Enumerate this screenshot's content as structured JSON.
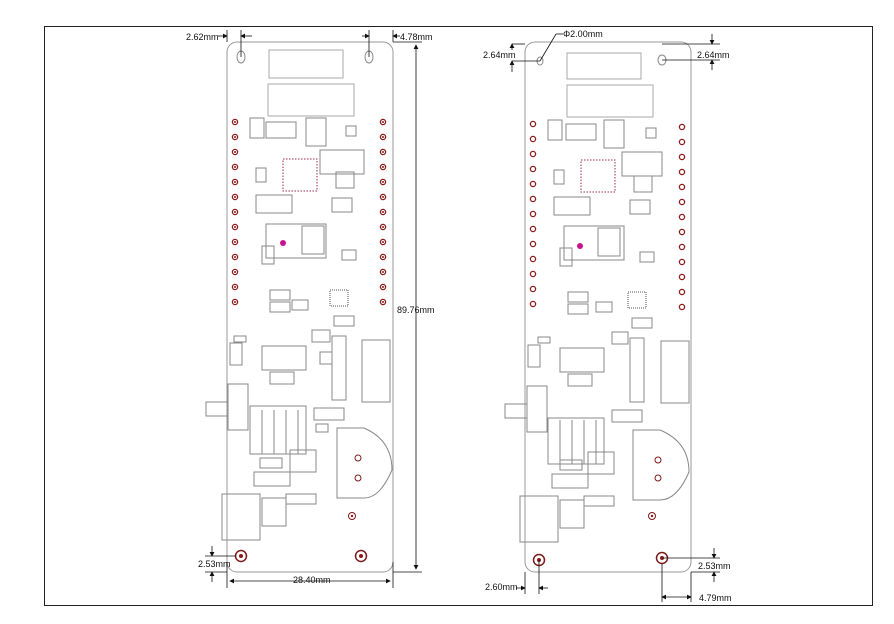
{
  "drawing": {
    "left_board": {
      "dims": {
        "top_left": "2.62mm",
        "top_right": "4.78mm",
        "height": "89.76mm",
        "bottom_left": "2.53mm",
        "width": "28.40mm"
      }
    },
    "right_board": {
      "dims": {
        "hole_dia": "Φ2.00mm",
        "top_left": "2.64mm",
        "top_right": "2.64mm",
        "bottom_left": "2.60mm",
        "bottom_right_v": "2.53mm",
        "bottom_right_h": "4.79mm"
      }
    }
  },
  "colors": {
    "outline": "#9a9a9a",
    "dimension": "#111111",
    "pad": "#8b1a1a",
    "accent": "#c8148c"
  }
}
